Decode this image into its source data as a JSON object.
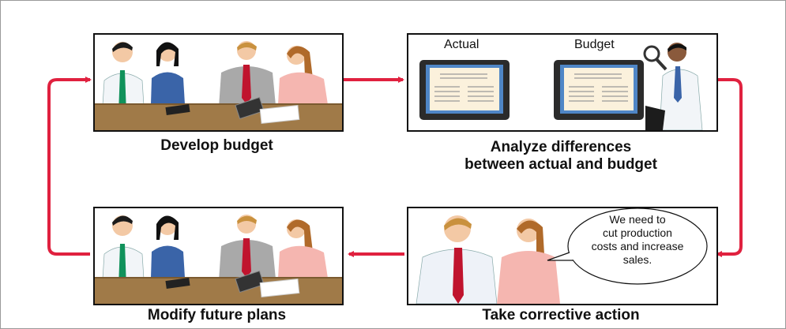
{
  "steps": {
    "develop": {
      "caption": "Develop budget"
    },
    "analyze": {
      "caption_line1": "Analyze differences",
      "caption_line2": "between actual and budget",
      "label_actual": "Actual",
      "label_budget": "Budget"
    },
    "modify": {
      "caption": "Modify future plans"
    },
    "corrective": {
      "caption": "Take corrective action",
      "speech": [
        "We need to",
        "cut production",
        "costs and increase",
        "sales."
      ]
    }
  },
  "colors": {
    "arrow": "#e0213f",
    "border": "#111111",
    "table": "#a07a48"
  }
}
